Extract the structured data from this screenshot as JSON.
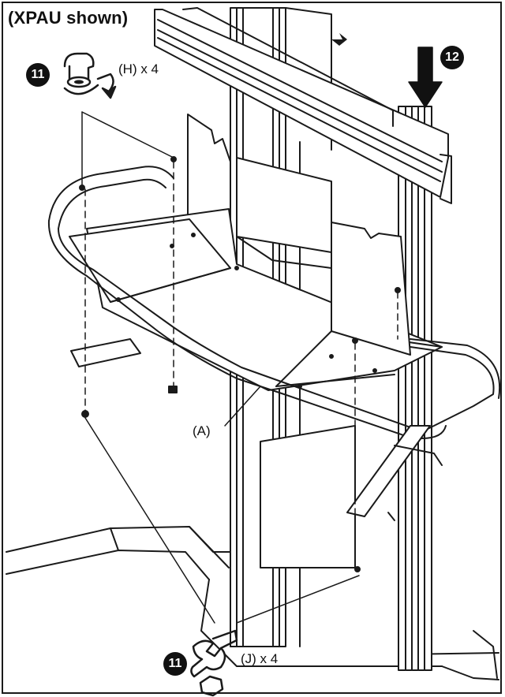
{
  "title": "(XPAU shown)",
  "step_badges": {
    "top_left": "11",
    "top_right": "12",
    "bottom": "11"
  },
  "part_labels": {
    "h": "(H) x 4",
    "a": "(A)",
    "j": "(J) x 4"
  },
  "icons": [
    "screw-tighten-icon",
    "wrench-icon",
    "hex-nut-icon",
    "down-arrow-icon"
  ],
  "colors": {
    "ink": "#111111",
    "background": "#ffffff"
  }
}
